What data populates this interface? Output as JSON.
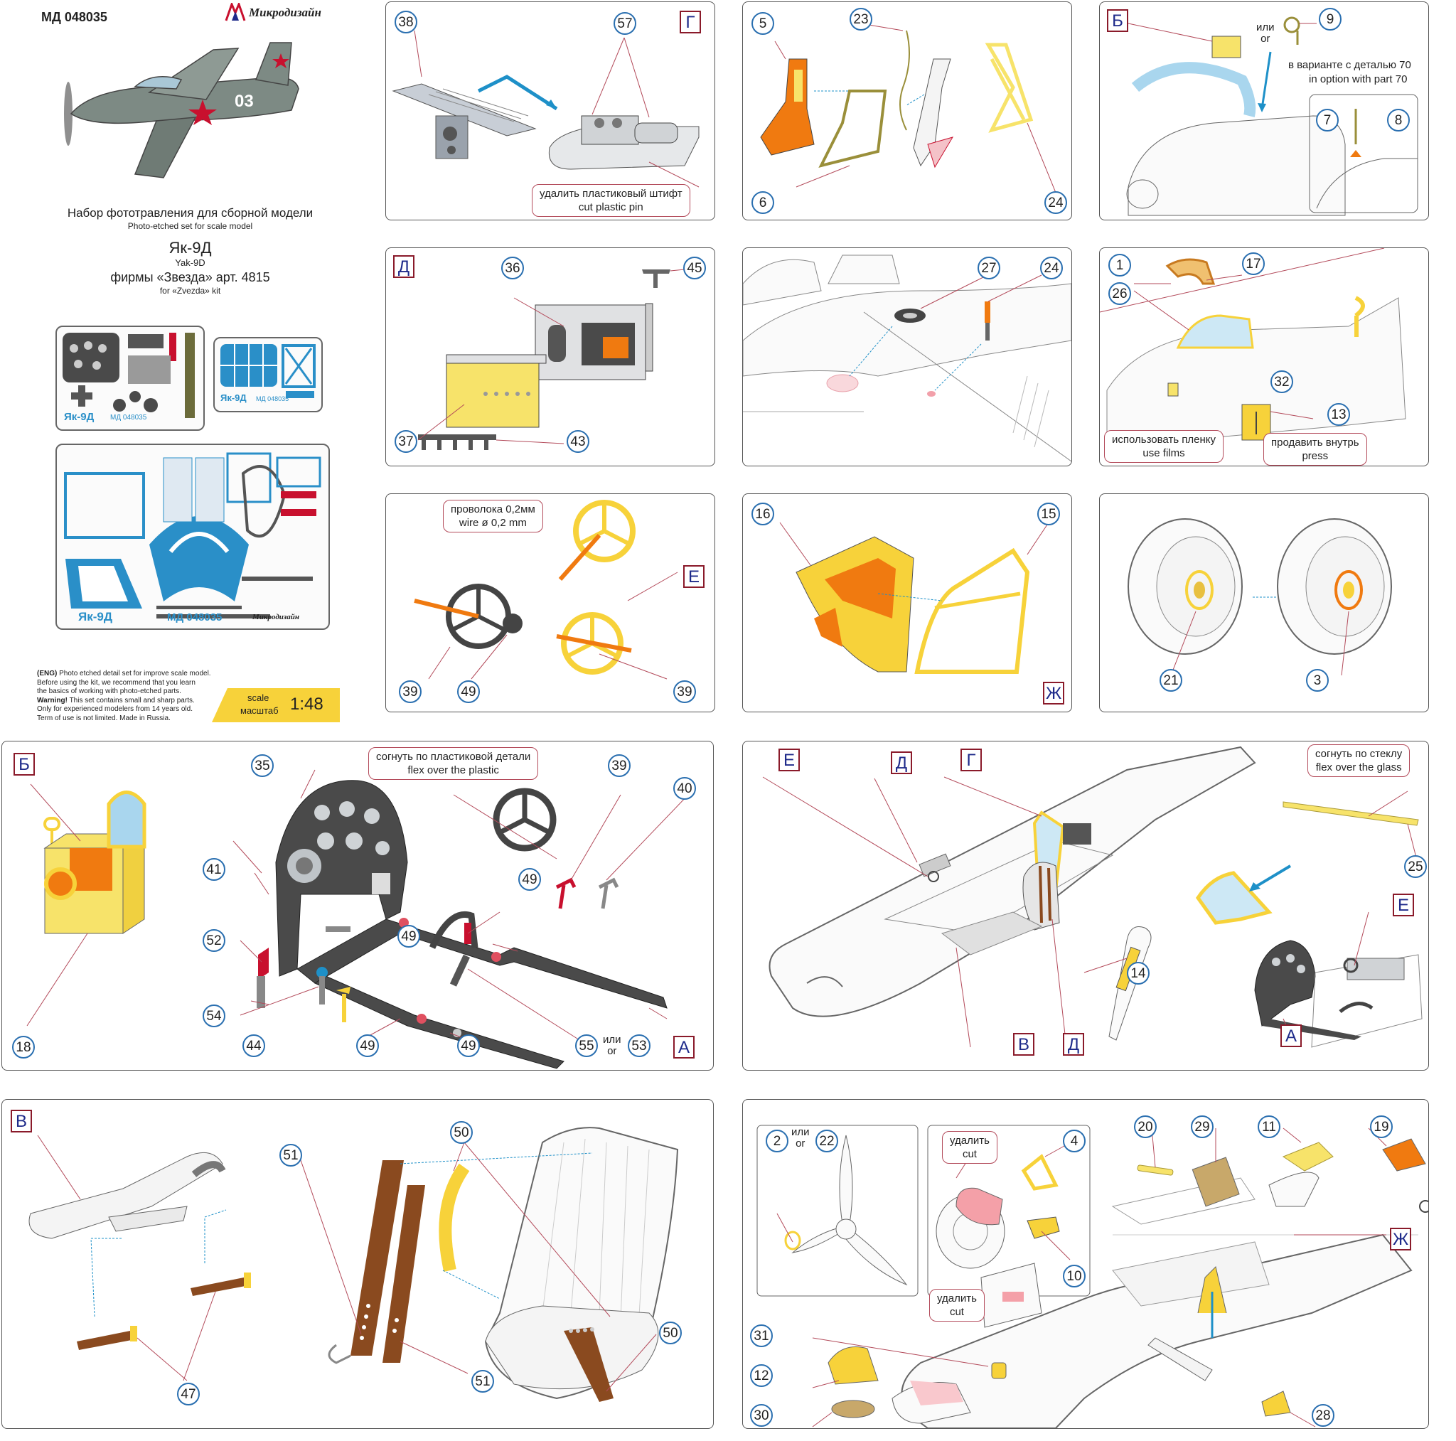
{
  "header": {
    "product_code": "МД 048035",
    "brand": "Микродизайн",
    "title_ru": "Набор фототравления для сборной модели",
    "title_en": "Photo-etched set for scale model",
    "model_ru": "Як-9Д",
    "model_en": "Yak-9D",
    "kit_ru": "фирмы «Звезда» арт. 4815",
    "kit_en": "for «Zvezda» kit",
    "plane_marking": "03"
  },
  "fret": {
    "label_model": "Як-9Д",
    "label_code": "МД 048035",
    "label_brand": "Микродизайн"
  },
  "disclaimer": {
    "lead": "(ENG)",
    "line1": " Photo etched detail set for improve scale model.",
    "line2": "Before using the kit, we recommend that you learn",
    "line3": "the basics of working with photo-etched parts.",
    "warn_lead": "Warning!",
    "line4": " This set contains small and sharp parts.",
    "line5": "Only for experienced modelers from 14 years old.",
    "line6": "Term of use is not limited. Made in Russia."
  },
  "scale": {
    "label_en": "scale",
    "label_ru": "масштаб",
    "value": "1:48"
  },
  "or_word": {
    "ru": "или",
    "en": "or"
  },
  "panels": {
    "g": {
      "letter": "Г",
      "parts": [
        "38",
        "57"
      ],
      "note_ru": "удалить пластиковый штифт",
      "note_en": "cut plastic pin"
    },
    "seat_frame": {
      "parts": [
        "5",
        "23",
        "6",
        "24"
      ]
    },
    "b_canopy": {
      "letter": "Б",
      "parts": [
        "9",
        "7",
        "8"
      ],
      "option_ru": "в варианте с деталью 70",
      "option_en": "in option with part 70"
    },
    "d": {
      "letter": "Д",
      "parts": [
        "36",
        "45",
        "37",
        "43"
      ]
    },
    "wing": {
      "parts": [
        "27",
        "24"
      ]
    },
    "canopy": {
      "parts": [
        "1",
        "17",
        "26",
        "32",
        "13"
      ],
      "note1_ru": "использовать пленку",
      "note1_en": "use films",
      "note2_ru": "продавить внутрь",
      "note2_en": "press"
    },
    "e": {
      "letter": "Е",
      "parts": [
        "39",
        "49",
        "39"
      ],
      "note_ru": "проволока 0,2мм",
      "note_en": "wire ø 0,2 mm"
    },
    "zh": {
      "letter": "Ж",
      "parts": [
        "16",
        "15"
      ]
    },
    "wheels": {
      "parts": [
        "21",
        "3"
      ]
    },
    "cockpit": {
      "letter_b": "Б",
      "letter_a": "А",
      "parts": [
        "35",
        "39",
        "40",
        "41",
        "49",
        "52",
        "49",
        "54",
        "44",
        "49",
        "49",
        "55",
        "53",
        "18"
      ],
      "note_ru": "согнуть по пластиковой детали",
      "note_en": "flex over the plastic"
    },
    "fuselage": {
      "letters": [
        "Е",
        "Д",
        "Г",
        "В",
        "Д",
        "Е",
        "А"
      ],
      "parts": [
        "25",
        "14"
      ],
      "note_ru": "согнуть по стеклу",
      "note_en": "flex over the glass"
    },
    "v_seat": {
      "letter": "В",
      "parts": [
        "51",
        "50",
        "50",
        "51",
        "47"
      ]
    },
    "engine": {
      "letter": "Ж",
      "parts": [
        "2",
        "22",
        "4",
        "10",
        "20",
        "29",
        "11",
        "19",
        "31",
        "12",
        "30",
        "28"
      ],
      "cut_ru": "удалить",
      "cut_en": "cut"
    }
  },
  "colors": {
    "callout_ring": "#2a6fb0",
    "letter_border": "#8a1a2a",
    "letter_text": "#1e2a8a",
    "pe_yellow": "#f7e36a",
    "pe_orange": "#f07a10",
    "scale_badge": "#f7d23a",
    "leather": "#8a4a1f",
    "instrument_dark": "#4a4a4a",
    "arrow_blue": "#1e90c8"
  }
}
